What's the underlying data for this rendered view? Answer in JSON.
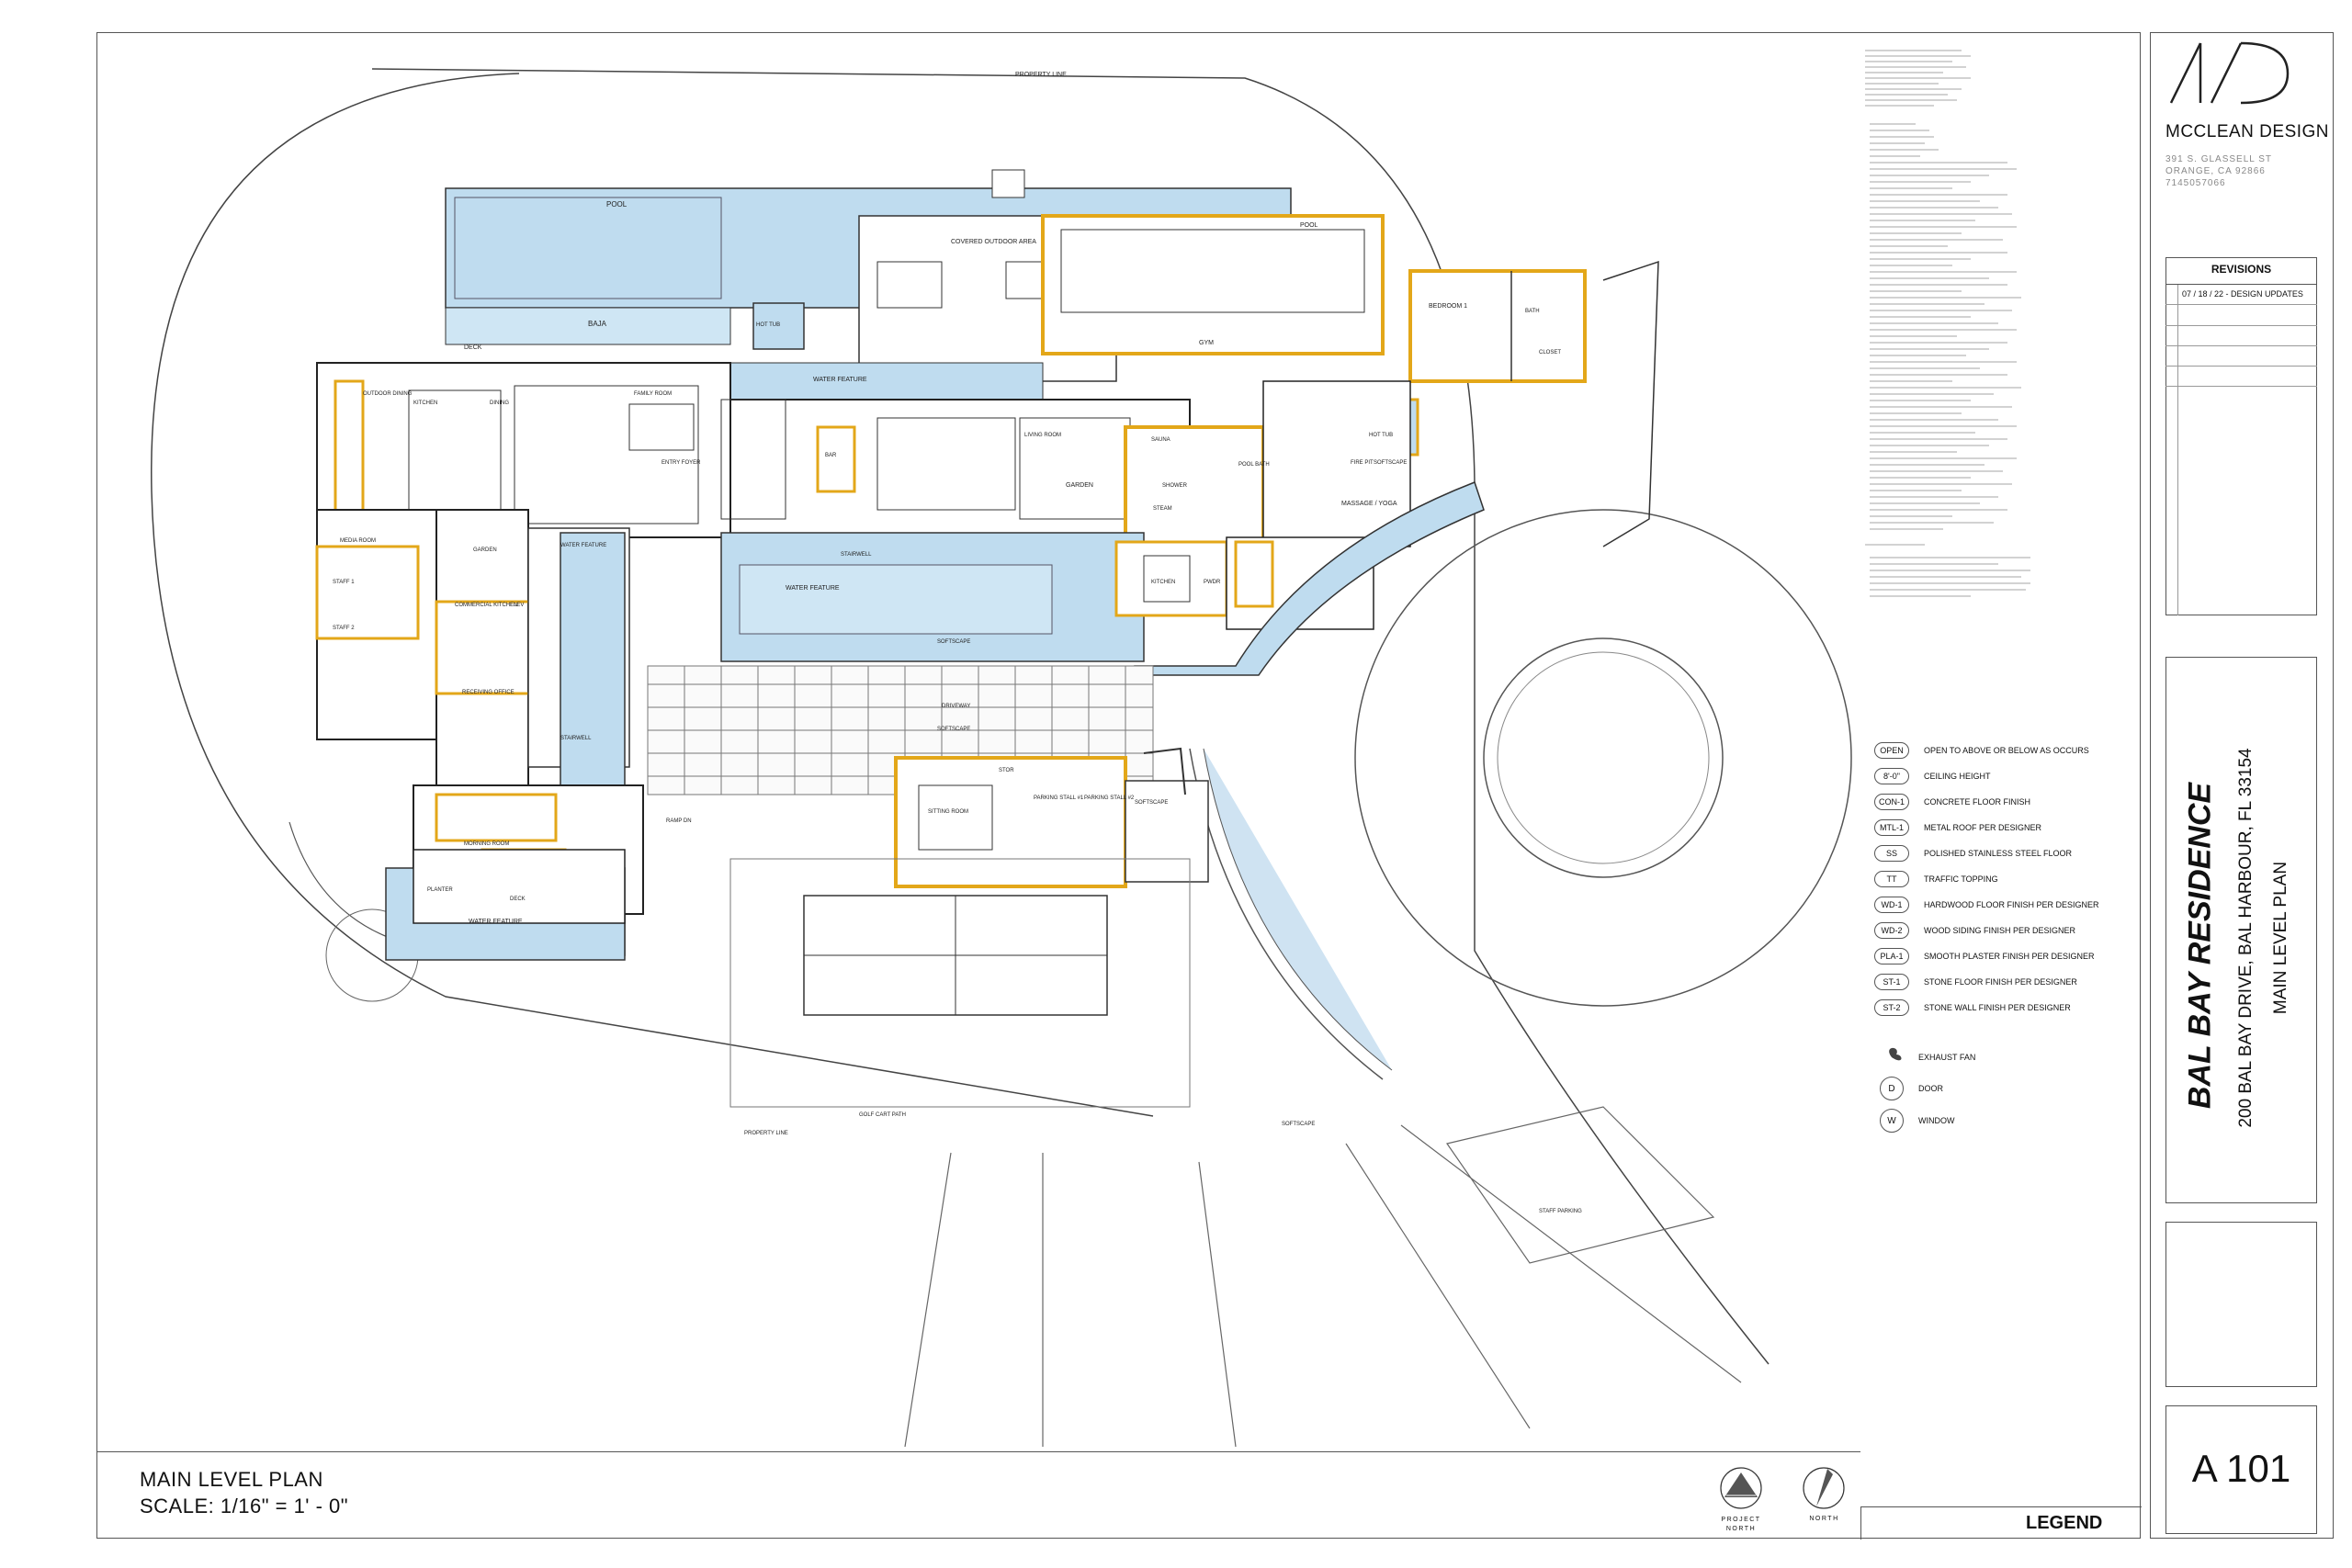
{
  "plan": {
    "title": "MAIN LEVEL PLAN",
    "scale": "SCALE:  1/16\" = 1' - 0\"",
    "north_labels": [
      "PROJECT NORTH",
      "NORTH"
    ],
    "legend_heading": "LEGEND"
  },
  "firm": {
    "name": "MCCLEAN DESIGN",
    "address_line1": "391 S. GLASSELL ST",
    "address_line2": "ORANGE, CA 92866",
    "phone": "7145057066"
  },
  "revisions": {
    "heading": "REVISIONS",
    "entries": [
      "07 / 18 / 22 - DESIGN UPDATES"
    ]
  },
  "project": {
    "name": "BAL BAY RESIDENCE",
    "address": "200 BAL BAY DRIVE, BAL HARBOUR, FL 33154",
    "sheet_title": "MAIN LEVEL PLAN",
    "sheet_number": "A 101"
  },
  "legend": [
    {
      "symbol": "OPEN",
      "label": "OPEN TO ABOVE OR BELOW AS OCCURS"
    },
    {
      "symbol": "8'-0\"",
      "label": "CEILING HEIGHT"
    },
    {
      "symbol": "CON-1",
      "label": "CONCRETE FLOOR FINISH"
    },
    {
      "symbol": "MTL-1",
      "label": "METAL ROOF PER DESIGNER"
    },
    {
      "symbol": "SS",
      "label": "POLISHED STAINLESS STEEL FLOOR"
    },
    {
      "symbol": "TT",
      "label": "TRAFFIC TOPPING"
    },
    {
      "symbol": "WD-1",
      "label": "HARDWOOD FLOOR FINISH PER DESIGNER"
    },
    {
      "symbol": "WD-2",
      "label": "WOOD SIDING FINISH PER DESIGNER"
    },
    {
      "symbol": "PLA-1",
      "label": "SMOOTH PLASTER FINISH PER DESIGNER"
    },
    {
      "symbol": "ST-1",
      "label": "STONE FLOOR FINISH PER DESIGNER"
    },
    {
      "symbol": "ST-2",
      "label": "STONE WALL FINISH PER DESIGNER"
    }
  ],
  "legend_icons": [
    {
      "symbol": "",
      "label": "EXHAUST FAN"
    },
    {
      "symbol": "D",
      "label": "DOOR"
    },
    {
      "symbol": "W",
      "label": "WINDOW"
    }
  ],
  "rooms": {
    "pool": "POOL",
    "baja": "BAJA",
    "hot_tub": "HOT TUB",
    "deck": "DECK",
    "covered_outdoor_area": "COVERED OUTDOOR AREA",
    "gym": "GYM",
    "bedroom1": "BEDROOM 1",
    "bath": "BATH",
    "closet": "CLOSET",
    "hot_tub2": "HOT TUB",
    "softscape": "SOFTSCAPE",
    "water_feature": "WATER FEATURE",
    "outdoor_dining": "OUTDOOR DINING",
    "kitchen": "KITCHEN",
    "dining": "DINING",
    "family_room": "FAMILY ROOM",
    "entry_foyer": "ENTRY FOYER",
    "bar": "BAR",
    "living_room": "LIVING ROOM",
    "garden": "GARDEN",
    "sauna": "SAUNA",
    "shower": "SHOWER",
    "steam": "STEAM",
    "massage_yoga": "MASSAGE / YOGA",
    "pool_bath": "POOL BATH",
    "media_room": "MEDIA ROOM",
    "commercial_kitchen": "COMMERCIAL KITCHEN",
    "elev": "ELEV",
    "staff1": "STAFF 1",
    "staff2": "STAFF 2",
    "receiving_office": "RECEIVING OFFICE",
    "stairwell": "STAIRWELL",
    "morning_room": "MORNING ROOM",
    "planter": "PLANTER",
    "driveway": "DRIVEWAY",
    "sitting_room": "SITTING ROOM",
    "stor": "STOR",
    "parking_stall1": "PARKING STALL #1",
    "parking_stall2": "PARKING STALL #2",
    "ramp_dn": "RAMP DN",
    "golf_cart_path": "GOLF CART PATH",
    "staff_parking": "STAFF PARKING",
    "property_line": "PROPERTY LINE",
    "fire_pit": "FIRE PIT",
    "powder": "PWDR"
  }
}
